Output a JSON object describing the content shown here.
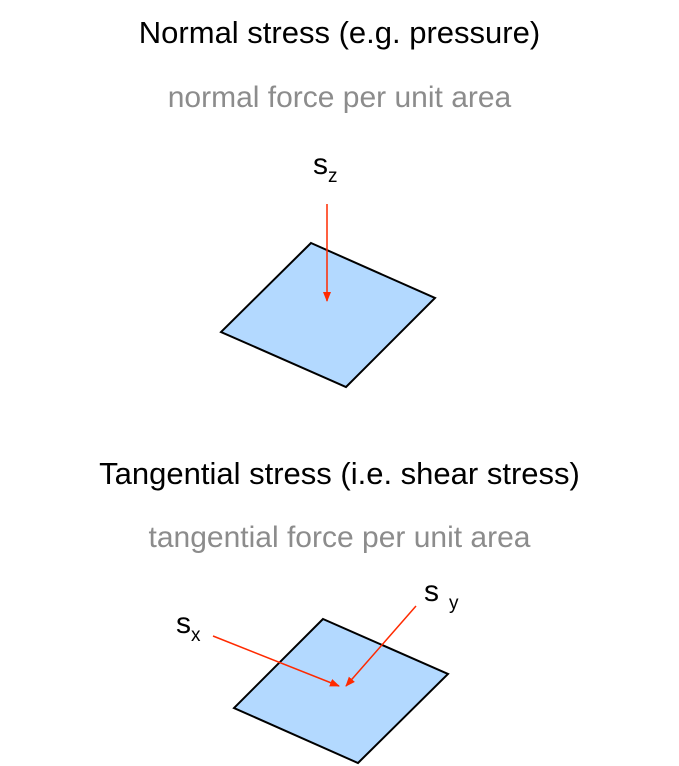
{
  "normal": {
    "title": "Normal stress (e.g. pressure)",
    "subtitle": "normal force per unit area",
    "force_symbol": "s",
    "force_subscript": "z"
  },
  "tangential": {
    "title": "Tangential stress (i.e. shear stress)",
    "subtitle": "tangential force per unit area",
    "force_x_symbol": "s",
    "force_x_subscript": "x",
    "force_y_symbol": "s",
    "force_y_subscript": "y"
  },
  "colors": {
    "plane_fill": "#b3d9ff",
    "plane_stroke": "#000000",
    "arrow": "#ff2a00",
    "subtitle_text": "#8c8c8c"
  }
}
